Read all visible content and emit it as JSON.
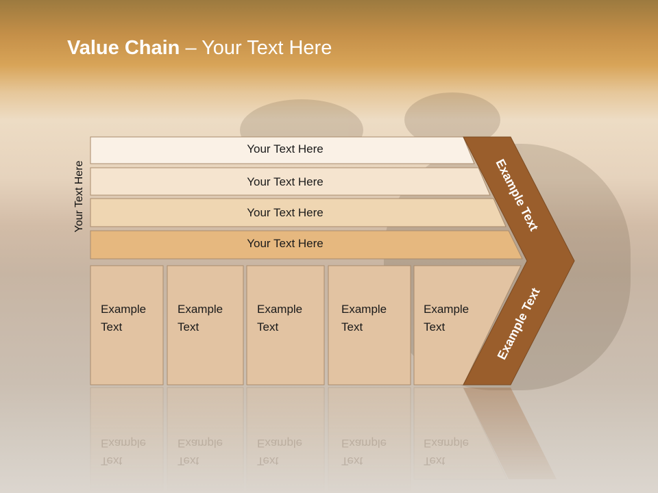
{
  "title": {
    "bold": "Value Chain",
    "rest": " – Your Text Here"
  },
  "side_label": "Your Text Here",
  "rows": [
    {
      "label": "Your Text Here",
      "color": "#faf1e6"
    },
    {
      "label": "Your Text Here",
      "color": "#f5e4cf"
    },
    {
      "label": "Your Text Here",
      "color": "#efd6b2"
    },
    {
      "label": "Your Text Here",
      "color": "#e6b87f"
    }
  ],
  "cells": [
    {
      "line1": "Example",
      "line2": "Text"
    },
    {
      "line1": "Example",
      "line2": "Text"
    },
    {
      "line1": "Example",
      "line2": "Text"
    },
    {
      "line1": "Example",
      "line2": "Text"
    },
    {
      "line1": "Example",
      "line2": "Text"
    }
  ],
  "arrow": {
    "upper": "Example Text",
    "lower": "Example Text",
    "color": "#9a5e2c"
  },
  "colors": {
    "cell_fill": "#e2c3a2",
    "cell_border": "#a98b6c"
  }
}
